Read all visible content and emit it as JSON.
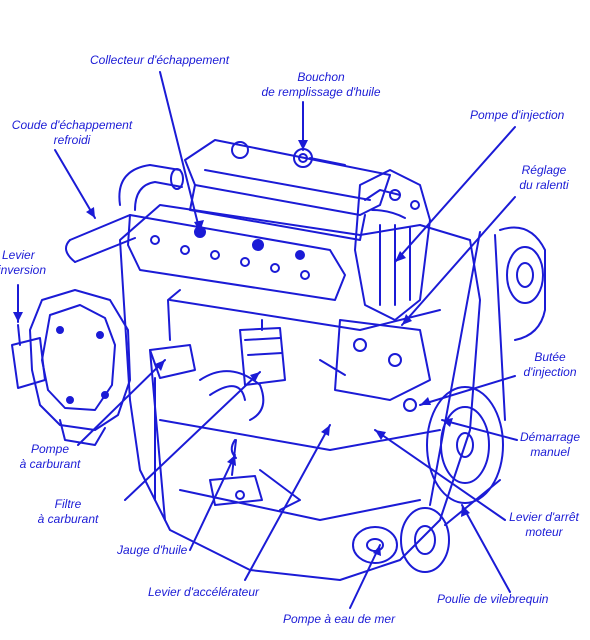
{
  "diagram": {
    "ink_color": "#1b1bd6",
    "background": "#ffffff",
    "labels": {
      "collecteur": "Collecteur d'échappement",
      "bouchon_1": "Bouchon",
      "bouchon_2": "de remplissage d'huile",
      "pompe_injection": "Pompe d'injection",
      "coude_1": "Coude d'échappement",
      "coude_2": "refroidi",
      "reglage_1": "Réglage",
      "reglage_2": "du ralenti",
      "levier_inv_1": "Levier",
      "levier_inv_2": "inversion",
      "butee_1": "Butée",
      "butee_2": "d'injection",
      "pompe_carb_1": "Pompe",
      "pompe_carb_2": "à carburant",
      "demarrage_1": "Démarrage",
      "demarrage_2": "manuel",
      "filtre_1": "Filtre",
      "filtre_2": "à carburant",
      "levier_arret_1": "Levier d'arrêt",
      "levier_arret_2": "moteur",
      "jauge": "Jauge d'huile",
      "levier_acc": "Levier d'accélérateur",
      "poulie": "Poulie de vilebrequin",
      "pompe_eau": "Pompe à eau de mer"
    }
  }
}
